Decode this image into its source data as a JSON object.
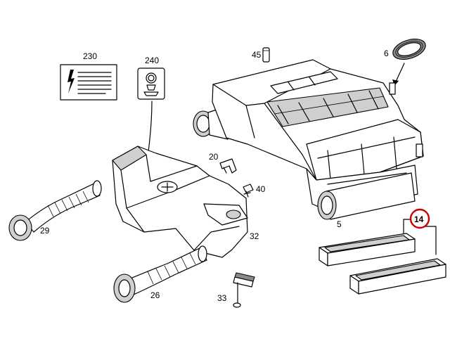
{
  "parts": {
    "p230": "230",
    "p240": "240",
    "p45": "45",
    "p6": "6",
    "p20": "20",
    "p40": "40",
    "p29": "29",
    "p32": "32",
    "p5": "5",
    "p14": "14",
    "p26": "26",
    "p33": "33"
  },
  "highlight": {
    "part": "14",
    "color": "#cc0000"
  }
}
